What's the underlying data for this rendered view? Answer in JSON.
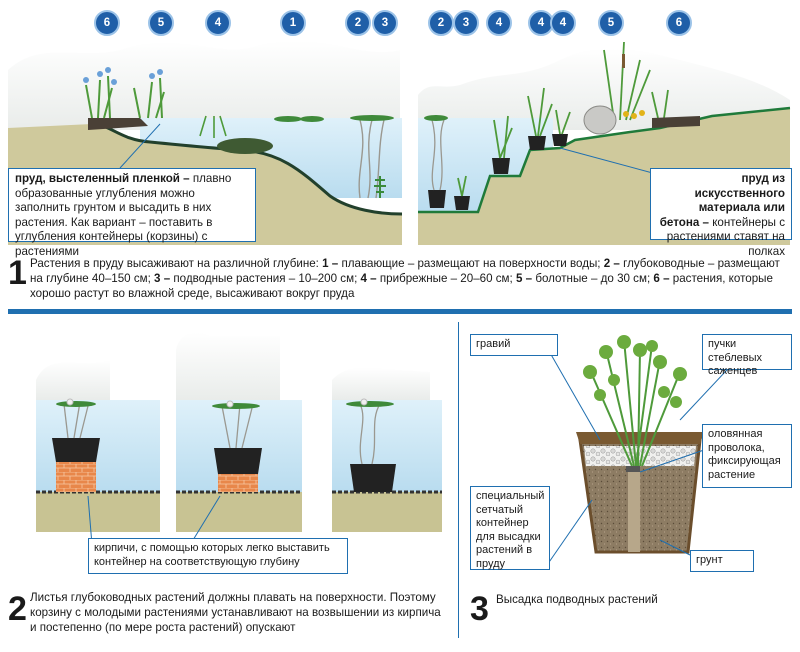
{
  "section1": {
    "badges_left": [
      "6",
      "5",
      "4",
      "1",
      "2",
      "3"
    ],
    "badges_right": [
      "2",
      "3",
      "4",
      "4",
      "4",
      "5",
      "6"
    ],
    "box_left": {
      "title": "пруд, выстеленный пленкой –",
      "text": "плавно образованные углубления можно заполнить грунтом и высадить в них растения. Как вариант – поставить в углубления контейнеры (корзины) с растениями"
    },
    "box_right": {
      "title": "пруд из искусственного материала или бетона –",
      "text": "контейнеры с растениями ставят на полках"
    },
    "number": "1",
    "caption": {
      "p1": "Растения в пруду высаживают на различной глубине: ",
      "n1": "1 –",
      "t1": " плавающие – размещают на поверхности воды; ",
      "n2": "2 –",
      "t2": " глубоководные – размещают на глубине 40–150 см; ",
      "n3": "3 –",
      "t3": " подводные растения – 10–200 см; ",
      "n4": "4 –",
      "t4": " прибрежные – 20–60 см; ",
      "n5": "5 –",
      "t5": " болотные – до 30 см; ",
      "n6": "6 –",
      "t6": " растения, которые хорошо растут во влажной среде, высаживают вокруг пруда"
    }
  },
  "section2": {
    "label": "кирпичи, с помощью которых легко выставить контейнер на соответствующую глубину",
    "number": "2",
    "caption": "Листья глубоководных растений должны плавать на поверхности. Поэтому корзину с молодыми растениями устанавливают на возвышении из кирпича и постепенно (по мере роста растений) опускают"
  },
  "section3": {
    "labels": {
      "gravel": "гравий",
      "seedlings": "пучки стеблевых саженцев",
      "wire": "оловянная проволока, фиксирующая растение",
      "container": "специальный сетчатый контейнер для высадки растений в пруду",
      "soil": "грунт"
    },
    "number": "3",
    "caption": "Высадка подводных растений"
  },
  "colors": {
    "badge": "#1f5fa8",
    "border": "#1f6fb0",
    "water": "#cfe8f6",
    "soil": "#c8c393",
    "plant": "#4e9a3a",
    "liner": "#223a2a"
  }
}
